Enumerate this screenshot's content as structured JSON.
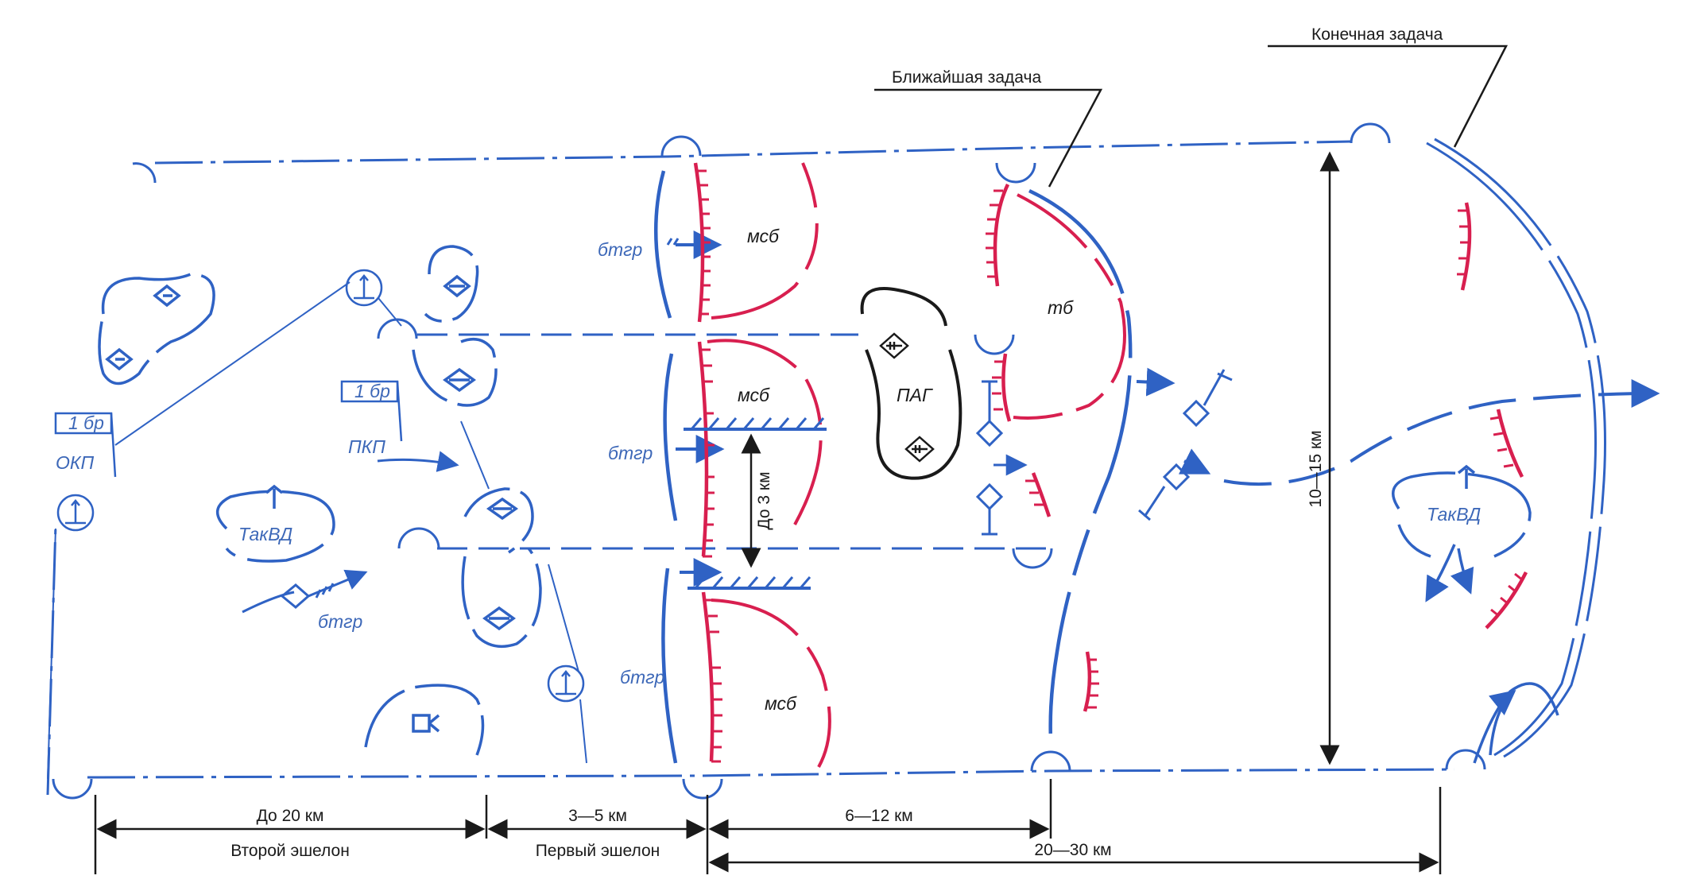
{
  "labels": {
    "final_task": "Конечная задача",
    "immediate_task": "Ближайшая задача",
    "width_range": "10—15 км",
    "up_to_3": "До 3 км",
    "up_to_20": "До 20 км",
    "range_3_5": "3—5 км",
    "range_6_12": "6—12 км",
    "range_20_30": "20—30 км",
    "second_echelon": "Второй эшелон",
    "first_echelon": "Первый эшелон"
  },
  "units": {
    "btgr_top": "бтгр",
    "btgr_mid": "бтгр",
    "btgr_bottom": "бтгр",
    "btgr_rear": "бтгр",
    "msb_top": "мсб",
    "msb_mid": "мсб",
    "msb_bottom": "мсб",
    "tb": "тб",
    "pag": "ПАГ",
    "takvd_left": "ТакВД",
    "takvd_right": "ТакВД",
    "okp": "ОКП",
    "pkp": "ПКП",
    "flag_1br_a": "1 бр",
    "flag_1br_b": "1 бр"
  },
  "colors": {
    "own_forces": "#2f62c4",
    "enemy": "#d81f4f",
    "black": "#1a1a1a"
  }
}
